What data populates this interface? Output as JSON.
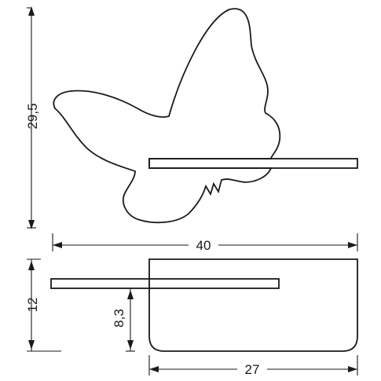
{
  "dimensions": {
    "height_front": "29,5",
    "width_front": "40",
    "height_side": "12",
    "shelf_height": "8,3",
    "depth": "27"
  }
}
